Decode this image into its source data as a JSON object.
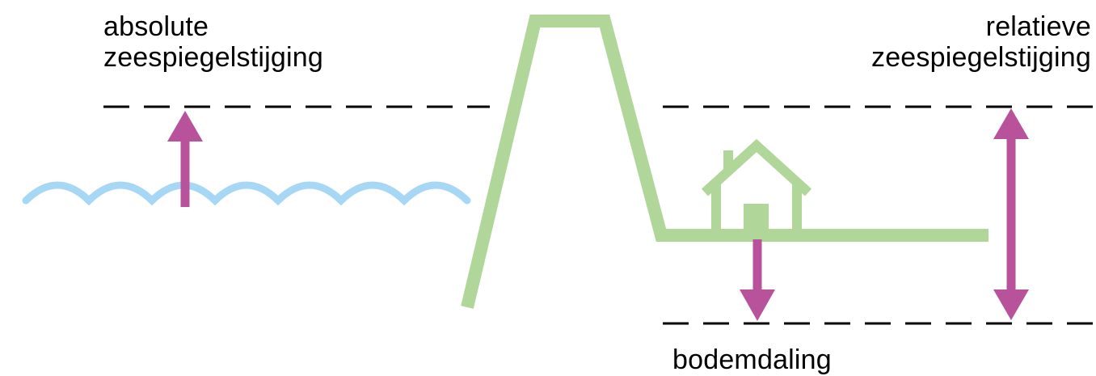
{
  "labels": {
    "absolute": [
      "absolute",
      "zeespiegelstijging"
    ],
    "relative": [
      "relatieve",
      "zeespiegelstijging"
    ],
    "subsidence": "bodemdaling"
  },
  "colors": {
    "water": "#a6d8f5",
    "land": "#b1d69a",
    "arrow": "#b8529a",
    "dash": "#000000"
  },
  "icons": [
    "waves-icon",
    "dike-icon",
    "house-icon",
    "arrow-up-icon",
    "arrow-down-icon",
    "double-arrow-icon"
  ]
}
